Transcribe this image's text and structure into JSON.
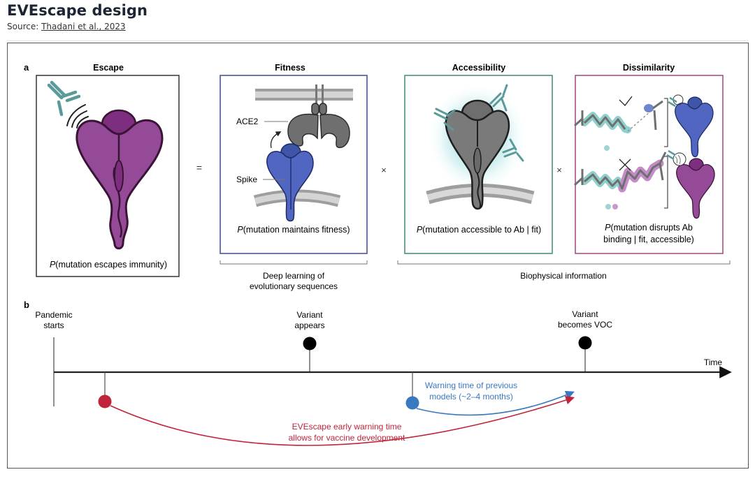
{
  "header": {
    "title": "EVEscape design",
    "source_prefix": "Source: ",
    "source_link": "Thadani et al., 2023"
  },
  "panel_a": {
    "label": "a",
    "operators": {
      "equals": "=",
      "times1": "×",
      "times2": "×"
    },
    "boxes": [
      {
        "title": "Escape",
        "caption_p": "P",
        "caption": "(mutation escapes immunity)",
        "border_color": "#333333"
      },
      {
        "title": "Fitness",
        "caption_p": "P",
        "caption": "(mutation maintains fitness)",
        "border_color": "#3f4a8f",
        "labels": {
          "ace2": "ACE2",
          "spike": "Spike"
        }
      },
      {
        "title": "Accessibility",
        "caption_p": "P",
        "caption": "(mutation accessible to Ab | fit)",
        "border_color": "#3f8a78"
      },
      {
        "title": "Dissimilarity",
        "caption_p": "P",
        "caption_line1": "(mutation disrupts Ab",
        "caption_line2": "binding | fit, accessible)",
        "border_color": "#a2477a",
        "marks": {
          "check": "✓",
          "cross": "✕"
        }
      }
    ],
    "brackets": {
      "deep_learning_line1": "Deep learning of",
      "deep_learning_line2": "evolutionary sequences",
      "biophysical": "Biophysical information"
    }
  },
  "panel_b": {
    "label": "b",
    "axis_label": "Time",
    "events": {
      "pandemic_line1": "Pandemic",
      "pandemic_line2": "starts",
      "variant_appears_line1": "Variant",
      "variant_appears_line2": "appears",
      "voc_line1": "Variant",
      "voc_line2": "becomes VOC"
    },
    "warnings": {
      "previous_line1": "Warning time of previous",
      "previous_line2": "models (~2–4 months)",
      "evescape_line1": "EVEscape early warning time",
      "evescape_line2": "allows for vaccine development"
    },
    "colors": {
      "evescape": "#c0243a",
      "previous": "#3a78c2"
    }
  },
  "colors": {
    "purple": "#8e3f8e",
    "purple_dark": "#3a1436",
    "blue": "#4d63b8",
    "gray": "#6f6f6f",
    "teal": "#5a9a9a",
    "membrane": "#bdbdbd"
  }
}
